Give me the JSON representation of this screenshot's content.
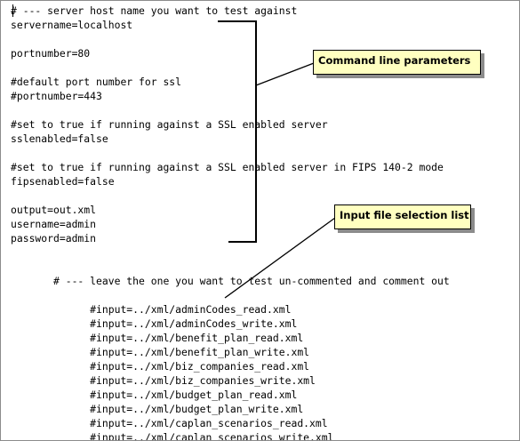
{
  "callouts": {
    "command_line": "Command line parameters",
    "input_file": "Input file selection list"
  },
  "config": {
    "lines": [
      "# --- server host name you want to test against",
      "servername=localhost",
      "",
      "portnumber=80",
      "",
      "#default port number for ssl",
      "#portnumber=443",
      "",
      "#set to true if running against a SSL enabled server",
      "sslenabled=false",
      "",
      "#set to true if running against a SSL enabled server in FIPS 140-2 mode",
      "fipsenabled=false",
      "",
      "output=out.xml",
      "username=admin",
      "password=admin",
      "",
      "",
      "       # --- leave the one you want to test un-commented and comment out",
      "",
      "             #input=../xml/adminCodes_read.xml",
      "             #input=../xml/adminCodes_write.xml",
      "             #input=../xml/benefit_plan_read.xml",
      "             #input=../xml/benefit_plan_write.xml",
      "             #input=../xml/biz_companies_read.xml",
      "             #input=../xml/biz_companies_write.xml",
      "             #input=../xml/budget_plan_read.xml",
      "             #input=../xml/budget_plan_write.xml",
      "             #input=../xml/caplan_scenarios_read.xml",
      "             #input=../xml/caplan_scenarios_write.xml"
    ]
  }
}
